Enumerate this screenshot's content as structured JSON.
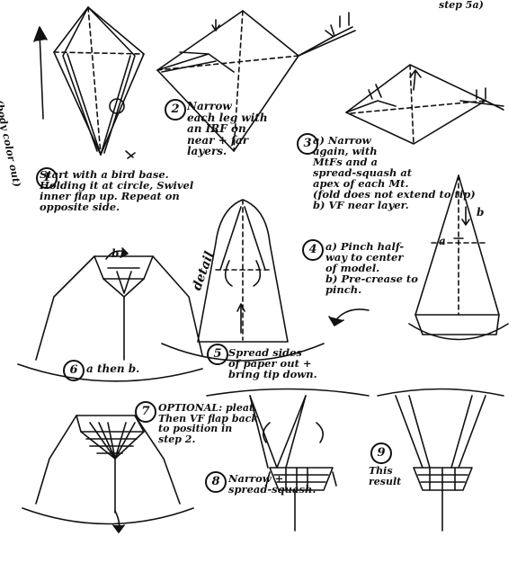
{
  "header": {
    "fragment": "step 5a)"
  },
  "side_label": "(body color out)",
  "steps": {
    "s1": {
      "num": "1",
      "text": "Start with a bird base.\nHolding it at circle, Swivel\ninner flap up. Repeat on\nopposite side."
    },
    "s2": {
      "num": "2",
      "text": "Narrow\neach leg with\nan IRF on\nnear + far\nlayers."
    },
    "s3": {
      "num": "3",
      "text": "a) Narrow\nagain, with\nMtFs and a\nspread-squash at\napex of each Mt.\n(fold does not extend to tip)\nb) VF near layer."
    },
    "s4": {
      "num": "4",
      "text": "a) Pinch half-\nway to center\nof model.\nb) Pre-crease to\npinch."
    },
    "s5": {
      "num": "5",
      "text": "Spread sides\nof paper out +\nbring tip down."
    },
    "s6": {
      "num": "6",
      "text": "a then b."
    },
    "s7": {
      "num": "7",
      "text": "OPTIONAL: pleat.\nThen VF flap back\nto position in\nstep 2."
    },
    "s8": {
      "num": "8",
      "text": "Narrow +\nspread-squash."
    },
    "s9": {
      "num": "9",
      "text": "This\nresult"
    }
  },
  "detail_label": "detail",
  "labels": {
    "a": "a",
    "b": "b"
  }
}
